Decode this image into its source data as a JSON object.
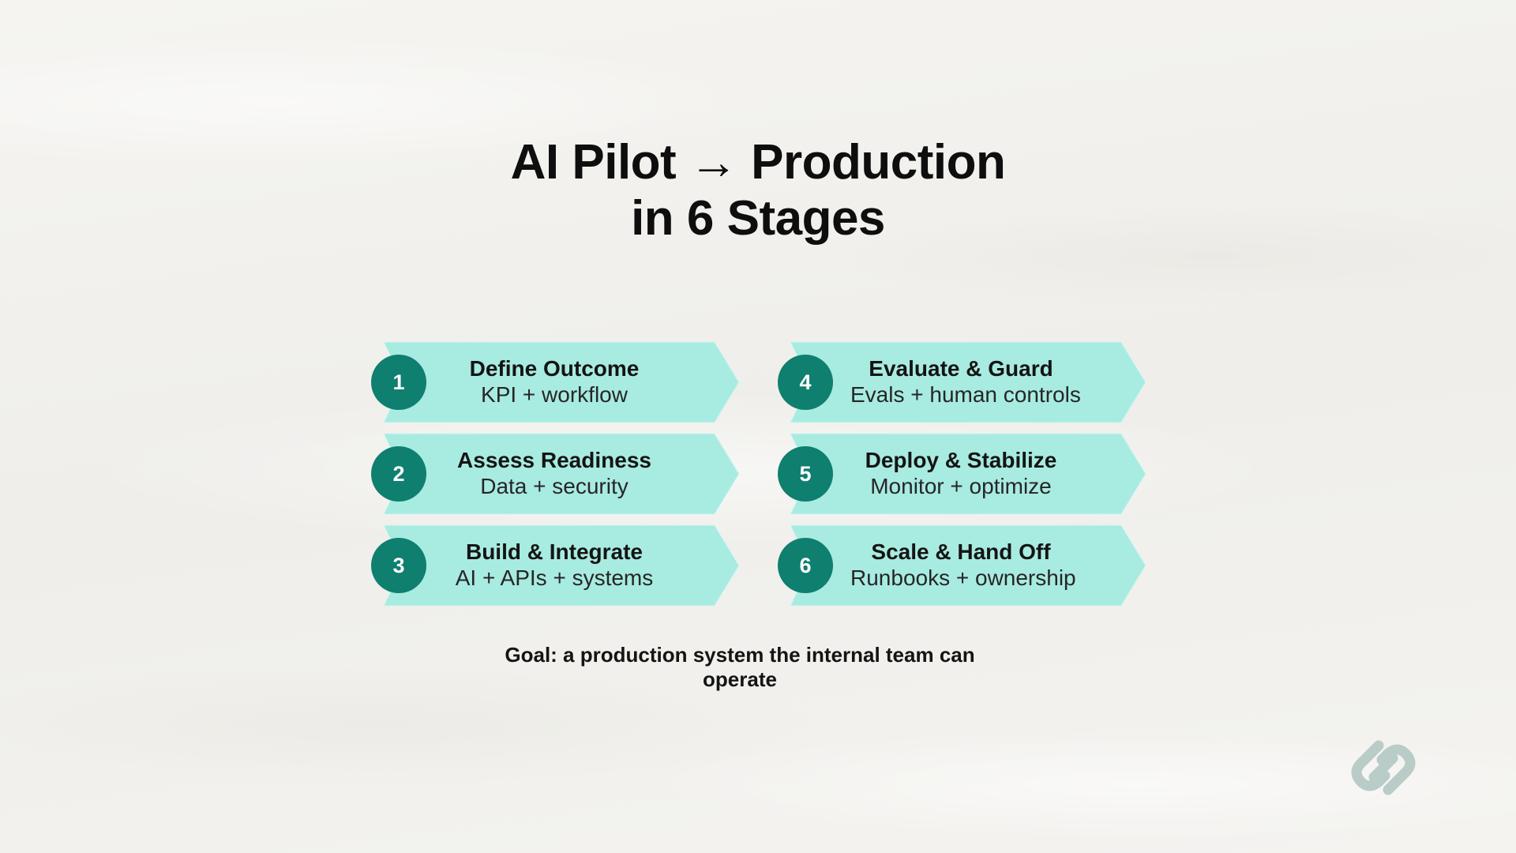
{
  "title": {
    "line1": "AI Pilot → Production",
    "line2": "in 6 Stages"
  },
  "stages": [
    {
      "number": "1",
      "title": "Define Outcome",
      "subtitle": "KPI + workflow"
    },
    {
      "number": "2",
      "title": "Assess Readiness",
      "subtitle": "Data + security"
    },
    {
      "number": "3",
      "title": "Build & Integrate",
      "subtitle": "AI + APIs + systems"
    },
    {
      "number": "4",
      "title": "Evaluate & Guard",
      "subtitle": "Evals + human controls"
    },
    {
      "number": "5",
      "title": "Deploy & Stabilize",
      "subtitle": "Monitor + optimize"
    },
    {
      "number": "6",
      "title": "Scale & Hand Off",
      "subtitle": "Runbooks + ownership"
    }
  ],
  "goal": "Goal: a production system the internal team can operate",
  "colors": {
    "chevron_fill": "#a8ebe1",
    "badge_fill": "#0f7f6f",
    "badge_text": "#ffffff",
    "logo": "#b9ccc7"
  },
  "icons": {
    "logo": "chain-link-logo-icon"
  }
}
